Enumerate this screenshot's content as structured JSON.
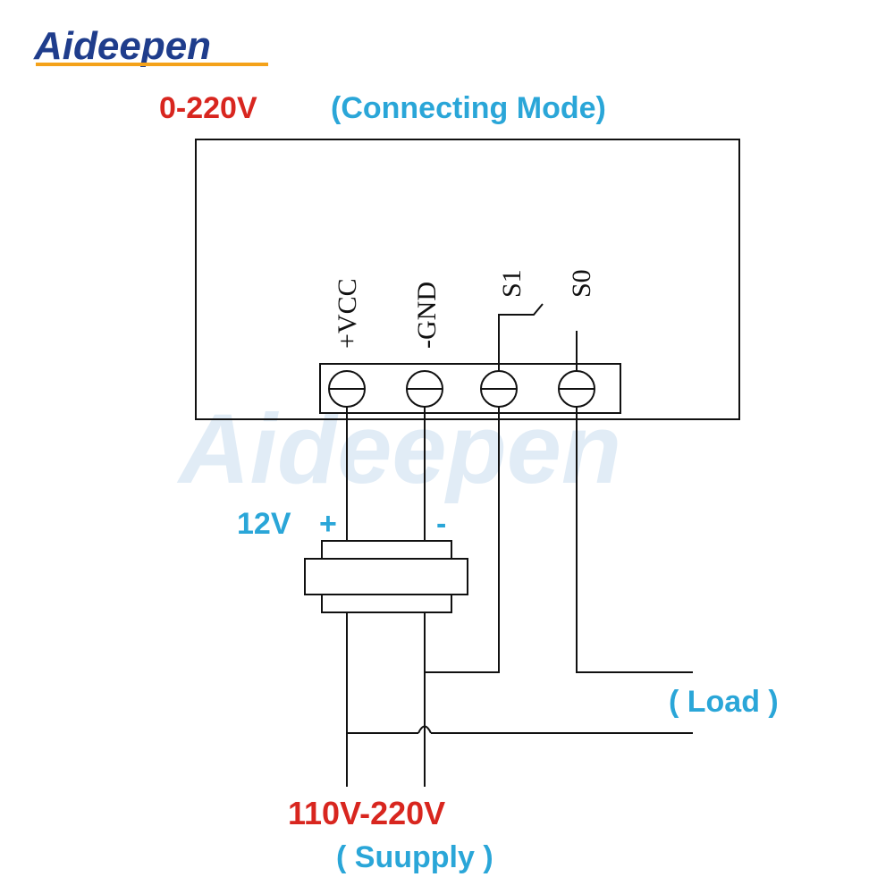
{
  "brand": {
    "logo_text": "Aideepen",
    "watermark_text": "Aideepen"
  },
  "title": {
    "voltage": "0-220V",
    "mode": "(Connecting  Mode)"
  },
  "terminals": [
    {
      "label": "+VCC"
    },
    {
      "label": "-GND"
    },
    {
      "label": "S1"
    },
    {
      "label": "S0"
    }
  ],
  "adapter": {
    "voltage": "12V",
    "plus": "+",
    "minus": "-"
  },
  "load": {
    "label": "( Load )"
  },
  "supply": {
    "voltage": "110V-220V",
    "label": "( Suupply )"
  },
  "colors": {
    "red": "#d8261f",
    "cyan": "#2aa6d8",
    "logo_blue": "#1f3d8c",
    "logo_orange": "#f4a21a",
    "line": "#111111"
  }
}
